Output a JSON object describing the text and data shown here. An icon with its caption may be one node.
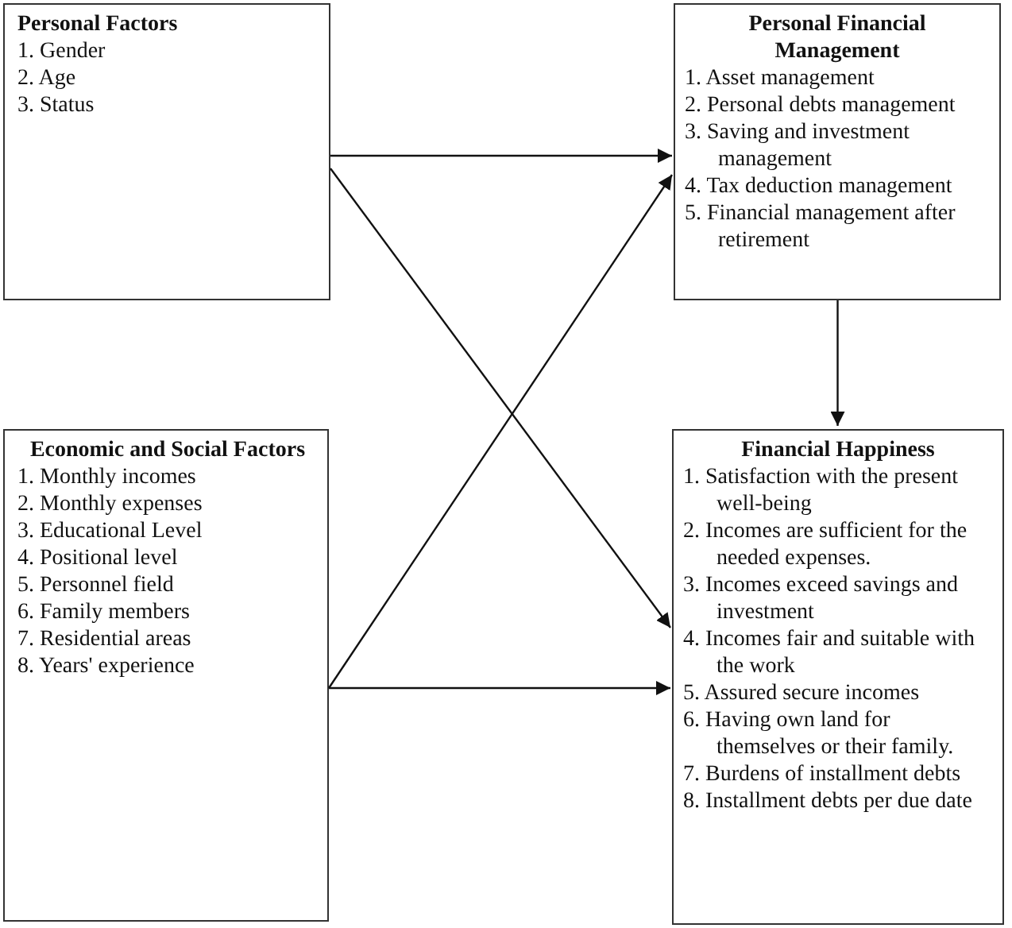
{
  "diagram": {
    "nodes": [
      {
        "text": [
          "Personal Factors",
          "1. Gender",
          "2. Age",
          "3. Status"
        ]
      },
      {
        "text": [
          "Personal Financial Management",
          "1. Asset management",
          "2. Personal debts management",
          "3. Saving and investment management",
          "4. Tax deduction management",
          "5. Financial management after retirement"
        ]
      },
      {
        "text": [
          "Economic and Social Factors",
          "1. Monthly incomes",
          "2. Monthly expenses",
          "3. Educational Level",
          "4. Positional level",
          "5. Personnel field",
          "6. Family members",
          "7. Residential areas",
          "8. Years' experience"
        ]
      },
      {
        "text": [
          "Financial Happiness",
          "1. Satisfaction with the present well-being",
          "2. Incomes are sufficient for the needed expenses.",
          "3. Incomes exceed savings and investment",
          "4. Incomes fair and suitable with the work",
          "5. Assured secure incomes",
          "6. Having own land for themselves or their family.",
          "7. Burdens of installment debts",
          "8. Installment debts per due date"
        ]
      }
    ],
    "edges": [
      {
        "from": 0,
        "to": 1,
        "arrow": "to"
      },
      {
        "from": 0,
        "to": 3,
        "arrow": "to"
      },
      {
        "from": 2,
        "to": 1,
        "arrow": "to"
      },
      {
        "from": 2,
        "to": 3,
        "arrow": "to"
      },
      {
        "from": 1,
        "to": 3,
        "arrow": "to"
      }
    ]
  }
}
